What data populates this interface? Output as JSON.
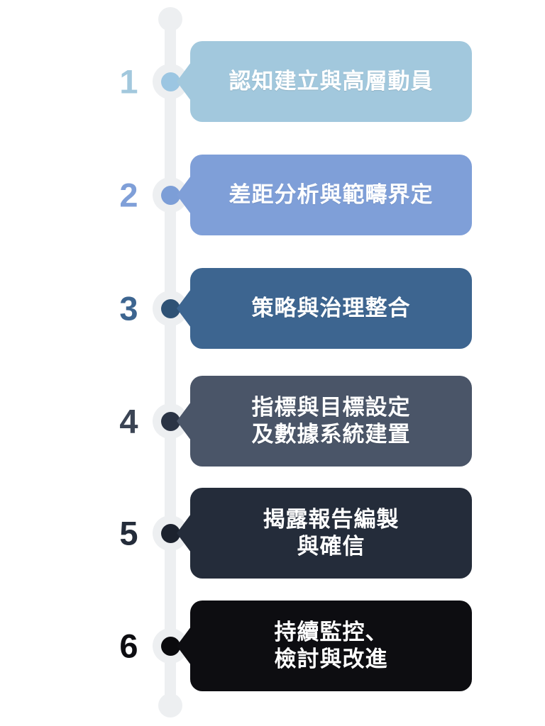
{
  "diagram": {
    "type": "vertical-timeline",
    "title_visible": false,
    "background_color": "#FFFFFF",
    "track_color": "#EDEFF1",
    "steps": [
      {
        "number": "1",
        "label": "認知建立與高層動員",
        "lines": [
          "認知建立與高層動員"
        ],
        "card_color": "#A2C8DD",
        "dot_color": "#9CC6E2",
        "number_color": "#A2C8DD",
        "text_color": "#FFFFFF"
      },
      {
        "number": "2",
        "label": "差距分析與範疇界定",
        "lines": [
          "差距分析與範疇界定"
        ],
        "card_color": "#7F9FD8",
        "dot_color": "#7C9ED7",
        "number_color": "#7F9FD8",
        "text_color": "#FFFFFF"
      },
      {
        "number": "3",
        "label": "策略與治理整合",
        "lines": [
          "策略與治理整合"
        ],
        "card_color": "#3D6590",
        "dot_color": "#2F5275",
        "number_color": "#3D6590",
        "text_color": "#FFFFFF"
      },
      {
        "number": "4",
        "label": "指標與目標設定及數據系統建置",
        "lines": [
          "指標與目標設定",
          "及數據系統建置"
        ],
        "card_color": "#4A5568",
        "dot_color": "#2B3445",
        "number_color": "#3B4454",
        "text_color": "#FFFFFF"
      },
      {
        "number": "5",
        "label": "揭露報告編製與確信",
        "lines": [
          "揭露報告編製",
          "與確信"
        ],
        "card_color": "#242C3A",
        "dot_color": "#1C222E",
        "number_color": "#242C3A",
        "text_color": "#FFFFFF"
      },
      {
        "number": "6",
        "label": "持續監控、檢討與改進",
        "lines": [
          "持續監控、",
          "檢討與改進"
        ],
        "card_color": "#0D0D11",
        "dot_color": "#0A0A0D",
        "number_color": "#0D0D11",
        "text_color": "#FFFFFF"
      }
    ]
  }
}
